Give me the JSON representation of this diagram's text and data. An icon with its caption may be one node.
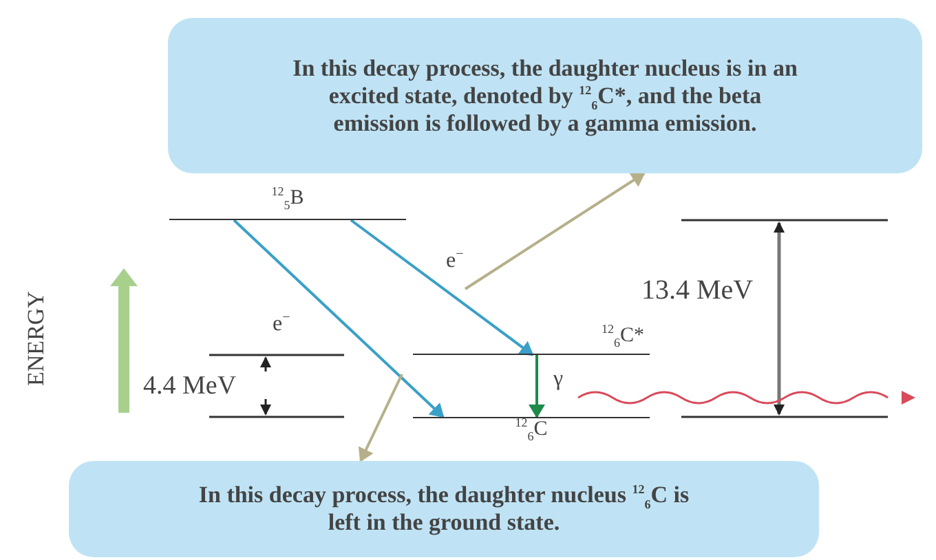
{
  "diagram": {
    "nodes": [
      {
        "text": [
          "In this decay process, the daughter nucleus is in an excited state, denoted by $^{12}$$_{6}$C*, and the beta emission is followed by a gamma emission."
        ]
      },
      {
        "text": [
          "$^{12}$$_{5}$B"
        ]
      },
      {
        "text": [
          "$^{12}$$_{6}$C*"
        ]
      },
      {
        "text": [
          "$^{12}$$_{6}$C"
        ]
      },
      {
        "text": [
          "In this decay process, the daughter nucleus $^{12}$$_{6}$C is left in the ground state."
        ]
      }
    ],
    "edges": [
      {
        "from": 1,
        "to": 3,
        "arrow": "to",
        "label": "e$^{−}$"
      },
      {
        "from": 1,
        "to": 2,
        "arrow": "to",
        "label": "e$^{−}$"
      },
      {
        "from": 2,
        "to": 3,
        "arrow": "to",
        "label": "γ",
        "color": "#1e8a4a"
      },
      {
        "from": null,
        "to": 0,
        "arrow": "to",
        "color": "#b5b08a"
      },
      {
        "from": null,
        "to": 4,
        "arrow": "to",
        "color": "#b5b08a"
      }
    ],
    "labels": [
      "ENERGY",
      "4.4 MeV",
      "13.4 MeV"
    ]
  }
}
